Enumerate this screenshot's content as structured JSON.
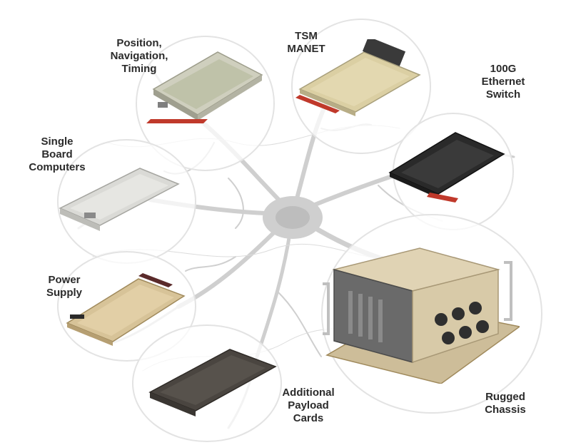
{
  "modules": [
    {
      "id": "pnt",
      "lines": [
        "Position,",
        "Navigation,",
        "Timing"
      ]
    },
    {
      "id": "tsm",
      "lines": [
        "TSM",
        "MANET"
      ]
    },
    {
      "id": "ethernet",
      "lines": [
        "100G",
        "Ethernet",
        "Switch"
      ]
    },
    {
      "id": "sbc",
      "lines": [
        "Single",
        "Board",
        "Computers"
      ]
    },
    {
      "id": "power",
      "lines": [
        "Power",
        "Supply"
      ]
    },
    {
      "id": "payload",
      "lines": [
        "Additional",
        "Payload",
        "Cards"
      ]
    },
    {
      "id": "chassis",
      "lines": [
        "Rugged",
        "Chassis"
      ]
    }
  ],
  "colors": {
    "neuron": "#c9c9c9",
    "circle_border": "#e3e3e3",
    "label": "#2b2b2b",
    "card_tan": "#d9c9a0",
    "card_silver": "#d6d6d2",
    "card_black": "#2a2a2a",
    "card_dark": "#4a4540",
    "connector_red": "#c0392b"
  }
}
